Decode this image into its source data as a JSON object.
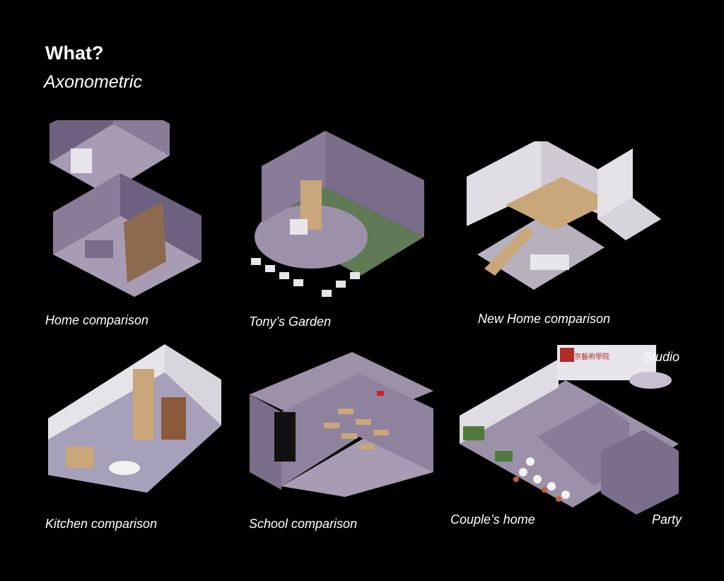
{
  "header": {
    "title": "What?",
    "subtitle": "Axonometric"
  },
  "drawings": [
    {
      "id": "home",
      "label": "Home comparison"
    },
    {
      "id": "garden",
      "label": "Tony’s Garden"
    },
    {
      "id": "newhome",
      "label": "New Home comparison"
    },
    {
      "id": "kitchen",
      "label": "Kitchen comparison"
    },
    {
      "id": "school",
      "label": "School comparison"
    },
    {
      "id": "studio",
      "labels": [
        "Studio",
        "Couple’s home",
        "Party"
      ],
      "sign_text": "南京藝術學院"
    }
  ],
  "colors": {
    "background": "#000000",
    "wall": "#8a7c98",
    "wall_dark": "#6e6180",
    "floor": "#a89bb4",
    "white": "#e8e6ea",
    "wood": "#c9a77a",
    "grass": "#5f7a55"
  }
}
